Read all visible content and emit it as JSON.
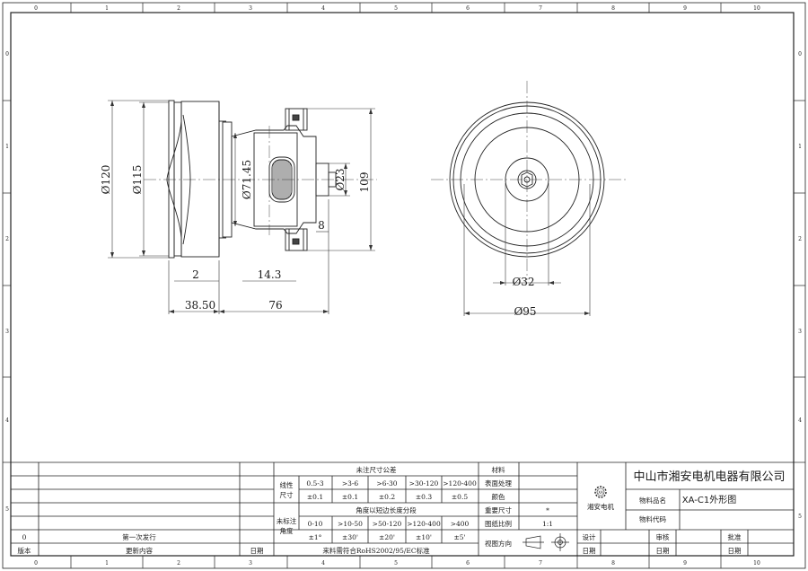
{
  "border": {
    "top_ticks": [
      "0",
      "1",
      "2",
      "3",
      "4",
      "5",
      "6",
      "7",
      "8",
      "9",
      "10"
    ],
    "bottom_ticks": [
      "0",
      "1",
      "2",
      "3",
      "4",
      "5",
      "6",
      "7",
      "8",
      "9",
      "10"
    ],
    "left_ticks": [
      "0",
      "1",
      "2",
      "3",
      "4",
      "5"
    ],
    "right_ticks": [
      "0",
      "1",
      "2",
      "3",
      "4",
      "5"
    ]
  },
  "side_view": {
    "dim_outer_dia": "Ø120",
    "dim_inner_dia": "Ø115",
    "dim_flange_dia": "Ø71.45",
    "dim_shaft_dia": "Ø23",
    "dim_height": "109",
    "dim_shaft_len": "8",
    "dim_gap": "2",
    "dim_offset": "14.3",
    "dim_fan_len": "38.50",
    "dim_motor_len": "76"
  },
  "end_view": {
    "dim_hub_dia": "Ø32",
    "dim_outer_dia": "Ø95"
  },
  "title_block": {
    "tolerance_header": "未注尺寸公差",
    "linear_label_1": "线性",
    "linear_label_2": "尺寸",
    "linear_ranges": [
      "0.5-3",
      ">3-6",
      ">6-30",
      ">30-120",
      ">120-400"
    ],
    "linear_tols": [
      "±0.1",
      "±0.1",
      "±0.2",
      "±0.3",
      "±0.5"
    ],
    "angle_header": "角度以短边长度分段",
    "angle_label_1": "未标注",
    "angle_label_2": "角度",
    "angle_ranges": [
      "0-10",
      ">10-50",
      ">50-120",
      ">120-400",
      ">400"
    ],
    "angle_tols": [
      "±1°",
      "±30'",
      "±20'",
      "±10'",
      "±5'"
    ],
    "rohs_note": "来料需符合RoHS2002/95/EC标准",
    "material_label": "材料",
    "surface_label": "表面处理",
    "color_label": "颜色",
    "important_dim_label": "重要尺寸",
    "important_dim_value": "*",
    "scale_label": "图纸比例",
    "scale_value": "1:1",
    "view_label": "视图方向",
    "company_name": "中山市湘安电机电器有限公司",
    "logo_text": "湘安电机",
    "logo_badge": "XA",
    "part_name_label": "物料品名",
    "part_name_value": "XA-C1外形图",
    "part_code_label": "物料代码",
    "design_label": "设计",
    "review_label": "审核",
    "approve_label": "批准",
    "date_label": "日期",
    "revision_label": "版本",
    "revision_value": "0",
    "change_label": "更新内容",
    "change_value": "第一次发行"
  }
}
